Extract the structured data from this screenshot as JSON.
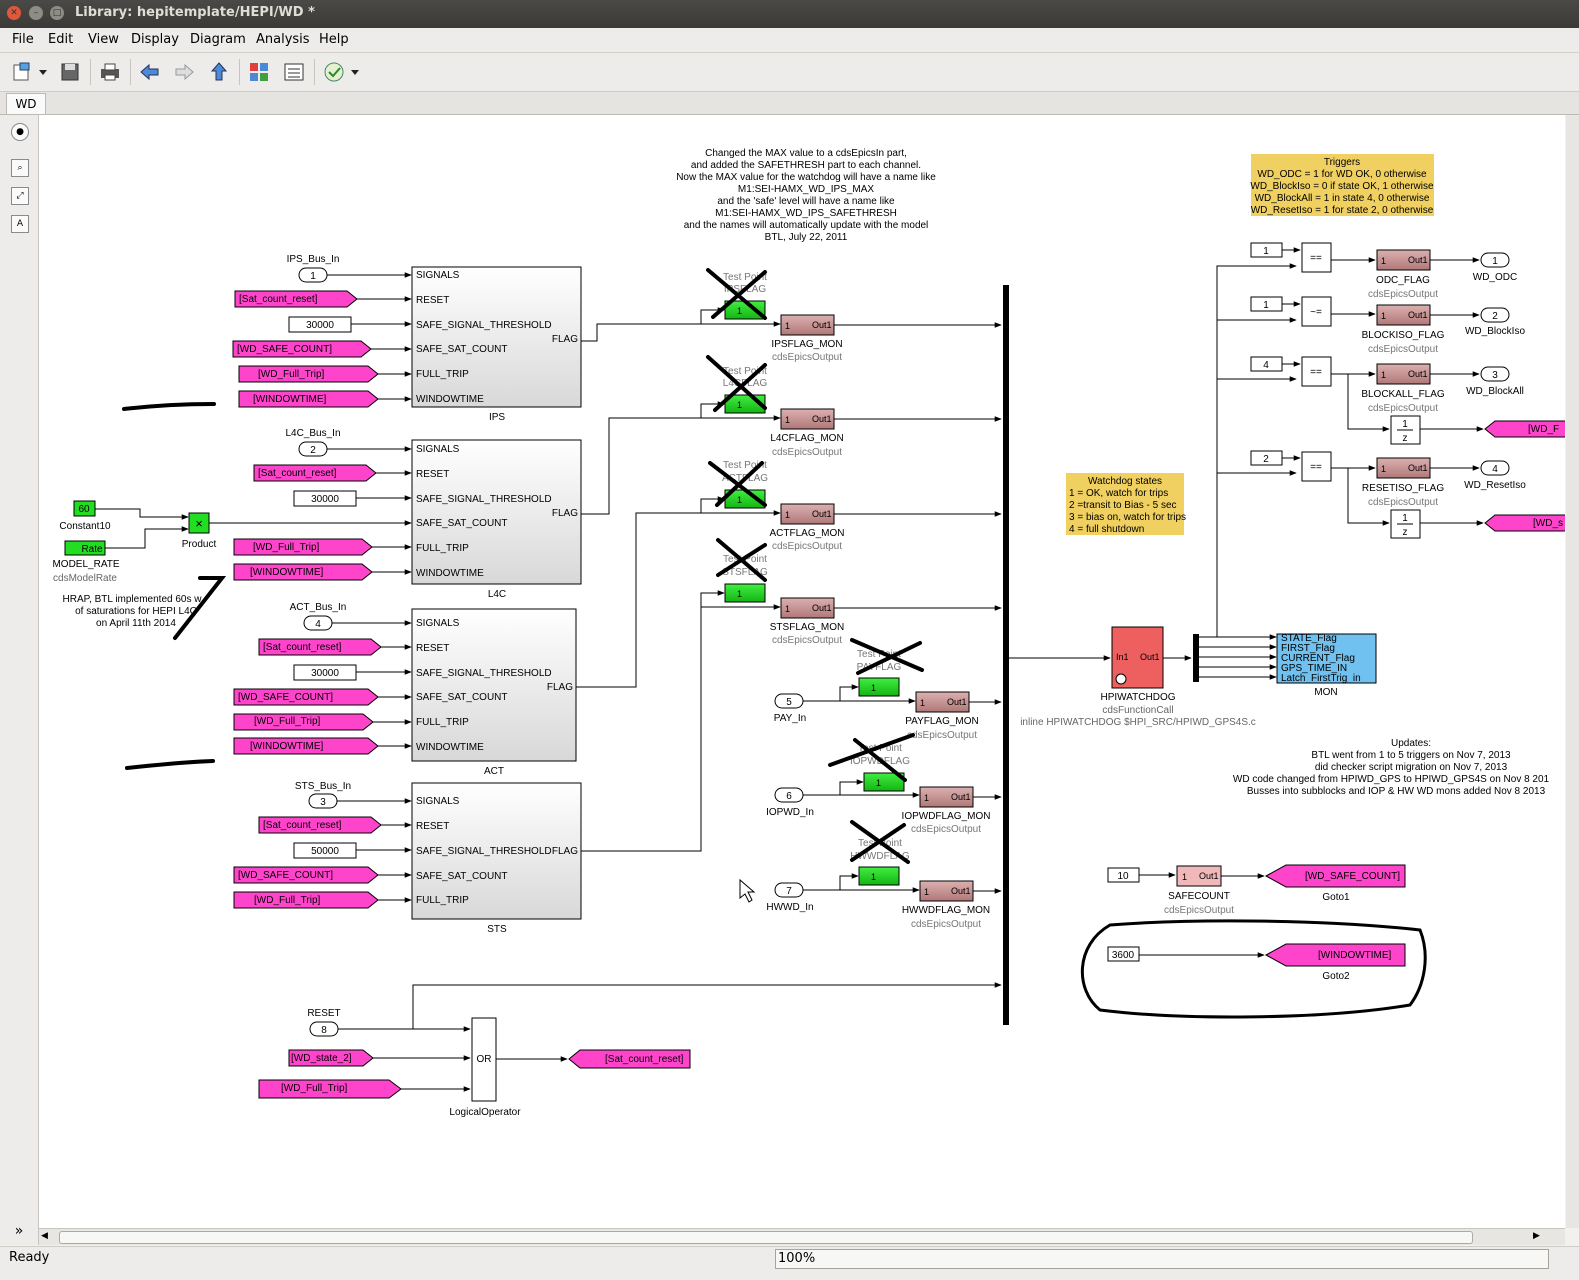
{
  "window": {
    "title": "Library: hepitemplate/HEPI/WD *"
  },
  "menu": {
    "items": [
      "File",
      "Edit",
      "View",
      "Display",
      "Diagram",
      "Analysis",
      "Help"
    ]
  },
  "toolbar": {
    "icons": [
      "new-model-icon",
      "dropdown-arrow-icon",
      "save-icon",
      "print-icon",
      "back-arrow-icon",
      "forward-arrow-icon",
      "up-arrow-icon",
      "model-browser-icon",
      "library-browser-icon",
      "check-icon",
      "dropdown-arrow-icon"
    ]
  },
  "tabs": [
    {
      "label": "WD"
    }
  ],
  "status": {
    "text": "Ready",
    "zoom": "100%"
  },
  "colors": {
    "goto": "#ff44cc",
    "green": "#22dd22",
    "brown": "#cc9a9a",
    "red": "#ee6060",
    "blue": "#70c0f0",
    "note": "#f0d060"
  },
  "notes": {
    "max_note": [
      "Changed the MAX value to a cdsEpicsIn part,",
      "and added the SAFETHRESH part to each channel.",
      "Now the MAX value for the watchdog will have a name like",
      "M1:SEI-HAMX_WD_IPS_MAX",
      "and the 'safe' level will have a name like",
      "M1:SEI-HAMX_WD_IPS_SAFETHRESH",
      "and the names will automatically update with the model",
      "BTL, July 22, 2011"
    ],
    "triggers": [
      "Triggers",
      "WD_ODC = 1 for WD OK, 0 otherwise",
      "WD_BlockIso = 0 if state OK, 1 otherwise",
      "WD_BlockAll = 1 in state 4, 0 otherwise",
      "WD_ResetIso = 1 for state 2, 0 otherwise"
    ],
    "states": [
      "Watchdog states",
      "1 = OK, watch for trips",
      "2 =transit to Bias - 5 sec",
      "3 = bias on, watch for trips",
      "4 = full shutdown"
    ],
    "hrap": [
      "HRAP, BTL implemented 60s w",
      "of saturations for HEPI L4C",
      "on April 11th 2014"
    ],
    "updates": [
      "Updates:",
      "BTL went from 1 to 5 triggers on Nov 7, 2013",
      "did checker script migration on Nov 7, 2013",
      "WD code changed from HPIWD_GPS to HPIWD_GPS4S on Nov 8 201",
      "Busses into subblocks and IOP & HW WD mons added Nov 8 2013"
    ]
  },
  "subsystems": [
    {
      "name": "IPS",
      "bus_label": "IPS_Bus_In",
      "port": "1",
      "threshold": "30000",
      "ports": [
        "SIGNALS",
        "RESET",
        "SAFE_SIGNAL_THRESHOLD",
        "SAFE_SAT_COUNT",
        "FULL_TRIP",
        "WINDOWTIME"
      ],
      "tags": [
        "[Sat_count_reset]",
        "[WD_SAFE_COUNT]",
        "[WD_Full_Trip]",
        "[WINDOWTIME]"
      ]
    },
    {
      "name": "L4C",
      "bus_label": "L4C_Bus_In",
      "port": "2",
      "threshold": "30000",
      "ports": [
        "SIGNALS",
        "RESET",
        "SAFE_SIGNAL_THRESHOLD",
        "SAFE_SAT_COUNT",
        "FULL_TRIP",
        "WINDOWTIME"
      ],
      "tags": [
        "[Sat_count_reset]",
        "[WD_Full_Trip]",
        "[WINDOWTIME]"
      ]
    },
    {
      "name": "ACT",
      "bus_label": "ACT_Bus_In",
      "port": "4",
      "threshold": "30000",
      "ports": [
        "SIGNALS",
        "RESET",
        "SAFE_SIGNAL_THRESHOLD",
        "SAFE_SAT_COUNT",
        "FULL_TRIP",
        "WINDOWTIME"
      ],
      "tags": [
        "[Sat_count_reset]",
        "[WD_SAFE_COUNT]",
        "[WD_Full_Trip]",
        "[WINDOWTIME]"
      ]
    },
    {
      "name": "STS",
      "bus_label": "STS_Bus_In",
      "port": "3",
      "threshold": "50000",
      "ports": [
        "SIGNALS",
        "RESET",
        "SAFE_SIGNAL_THRESHOLD",
        "SAFE_SAT_COUNT",
        "FULL_TRIP"
      ],
      "tags": [
        "[Sat_count_reset]",
        "[WD_SAFE_COUNT]",
        "[WD_Full_Trip]"
      ]
    }
  ],
  "flag_out": "FLAG",
  "rate_blocks": {
    "const_value": "60",
    "const_name": "Constant10",
    "rate_label": "Rate",
    "rate_name": "MODEL_RATE",
    "rate_type": "cdsModelRate",
    "product_name": "Product",
    "product_sym": "×"
  },
  "test_points": [
    {
      "title": "Test Point",
      "tag": "IPSFLAG"
    },
    {
      "title": "Test Point",
      "tag": "L4CFLAG"
    },
    {
      "title": "Test Point",
      "tag": "ACTFLAG"
    },
    {
      "title": "Test Point",
      "tag": "STSFLAG"
    },
    {
      "title": "Test Point",
      "tag": "PAYFLAG"
    },
    {
      "title": "Test Point",
      "tag": "IOPWDFLAG"
    },
    {
      "title": "Test Point",
      "tag": "HWWDFLAG"
    }
  ],
  "monitors": [
    {
      "name": "IPSFLAG_MON",
      "type": "cdsEpicsOutput"
    },
    {
      "name": "L4CFLAG_MON",
      "type": "cdsEpicsOutput"
    },
    {
      "name": "ACTFLAG_MON",
      "type": "cdsEpicsOutput"
    },
    {
      "name": "STSFLAG_MON",
      "type": "cdsEpicsOutput"
    },
    {
      "name": "PAYFLAG_MON",
      "type": "cdsEpicsOutput"
    },
    {
      "name": "IOPWDFLAG_MON",
      "type": "cdsEpicsOutput"
    },
    {
      "name": "HWWDFLAG_MON",
      "type": "cdsEpicsOutput"
    }
  ],
  "extra_inputs": [
    {
      "port": "5",
      "label": "PAY_In"
    },
    {
      "port": "6",
      "label": "IOPWD_In"
    },
    {
      "port": "7",
      "label": "HWWD_In"
    }
  ],
  "port_labels": {
    "in1": "In1",
    "out1": "Out1",
    "pt1": "1"
  },
  "watchdog": {
    "name": "HPIWATCHDOG",
    "type": "cdsFunctionCall",
    "inline": "inline HPIWATCHDOG $HPI_SRC/HPIWD_GPS4S.c"
  },
  "mon": {
    "name": "MON",
    "signals": [
      "STATE_Flag",
      "FIRST_Flag",
      "CURRENT_Flag",
      "GPS_TIME_IN",
      "Latch_FirstTrig_in"
    ]
  },
  "triggers_out": [
    {
      "const": "1",
      "op": "==",
      "epics": "ODC_FLAG",
      "type": "cdsEpicsOutput",
      "port": "1",
      "label": "WD_ODC"
    },
    {
      "const": "1",
      "op": "~=",
      "epics": "BLOCKISO_FLAG",
      "type": "cdsEpicsOutput",
      "port": "2",
      "label": "WD_BlockIso"
    },
    {
      "const": "4",
      "op": "==",
      "epics": "BLOCKALL_FLAG",
      "type": "cdsEpicsOutput",
      "port": "3",
      "label": "WD_BlockAll",
      "goto": "[WD_F"
    },
    {
      "const": "2",
      "op": "==",
      "epics": "RESETISO_FLAG",
      "type": "cdsEpicsOutput",
      "port": "4",
      "label": "WD_ResetIso",
      "goto": "[WD_s"
    }
  ],
  "delay": {
    "num": "1",
    "den": "z"
  },
  "safecount": {
    "const": "10",
    "name": "SAFECOUNT",
    "type": "cdsEpicsOutput",
    "goto": "[WD_SAFE_COUNT]",
    "goto_name": "Goto1"
  },
  "windowtime": {
    "const": "3600",
    "goto": "[WINDOWTIME]",
    "goto_name": "Goto2"
  },
  "reset_logic": {
    "label": "RESET",
    "port": "8",
    "tags": [
      "[WD_state_2]",
      "[WD_Full_Trip]"
    ],
    "op": "OR",
    "name": "LogicalOperator",
    "goto": "[Sat_count_reset]"
  }
}
